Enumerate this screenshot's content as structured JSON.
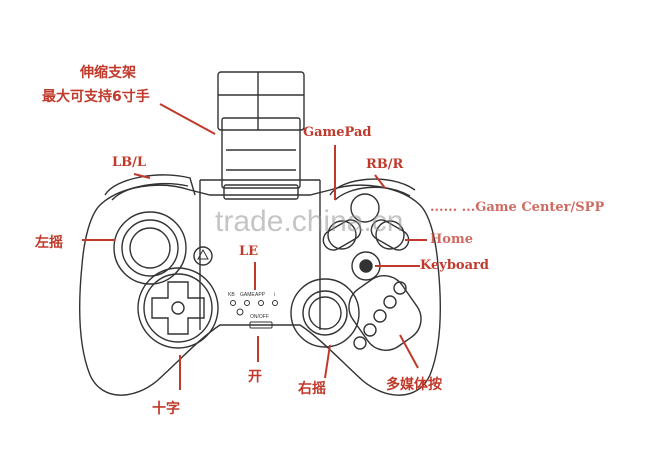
{
  "labels": {
    "bracket_line1": "伸缩支架",
    "bracket_line2": "最大可支持6寸手",
    "gamepad": "GamePad",
    "lb": "LB/L",
    "rb": "RB/R",
    "left_stick": "左摇",
    "led": "LE",
    "keyboard": "Keyboard",
    "dpad": "十字",
    "power": "开",
    "right_stick": "右摇",
    "media_buttons": "多媒体按",
    "mode_right_1": "...... ...Game Center/SPP",
    "mode_right_2": "Home"
  },
  "device_marks": {
    "mode_labels": [
      "KB",
      "GAME",
      "APP",
      "i"
    ],
    "onoff": "ON/OFF"
  },
  "watermark": "trade.china.cn",
  "colors": {
    "annotation": "#c0392b",
    "line_art": "#333333",
    "watermark": "#999999"
  }
}
